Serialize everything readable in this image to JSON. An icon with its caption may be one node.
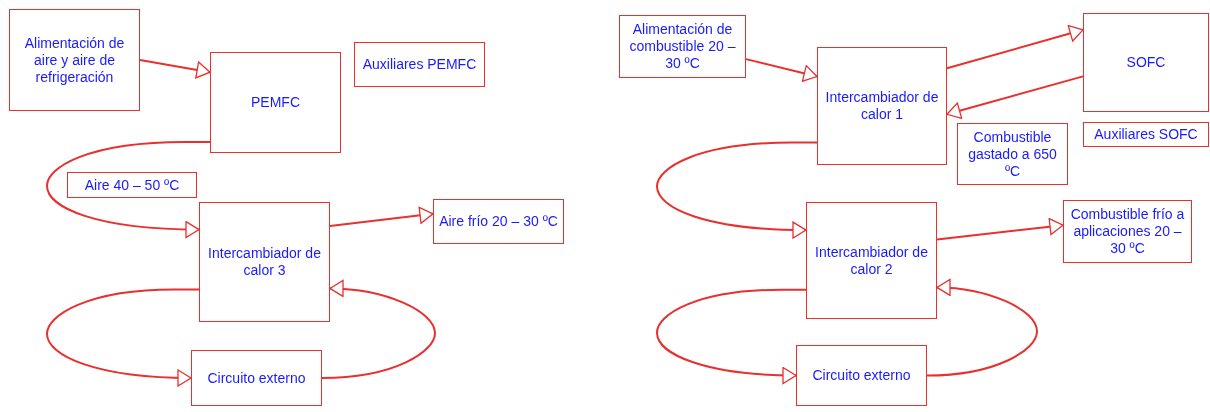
{
  "diagram": {
    "nodes": [
      {
        "text": [
          "Alimentación de aire y aire de refrigeración"
        ]
      },
      {
        "text": [
          "PEMFC"
        ]
      },
      {
        "text": [
          "Auxiliares PEMFC"
        ]
      },
      {
        "text": [
          "Aire 40 – 50 ºC"
        ]
      },
      {
        "text": [
          "Intercambiador de calor 3"
        ]
      },
      {
        "text": [
          "Aire frío 20 – 30 ºC"
        ]
      },
      {
        "text": [
          "Circuito externo"
        ]
      },
      {
        "text": [
          "Alimentación de combustible 20 – 30 ºC"
        ]
      },
      {
        "text": [
          "Intercambiador de calor 1"
        ]
      },
      {
        "text": [
          "SOFC"
        ]
      },
      {
        "text": [
          "Combustible gastado a 650 ºC"
        ]
      },
      {
        "text": [
          "Auxiliares SOFC"
        ]
      },
      {
        "text": [
          "Intercambiador de calor 2"
        ]
      },
      {
        "text": [
          "Combustible frío a aplicaciones 20 – 30 ºC"
        ]
      },
      {
        "text": [
          "Circuito externo"
        ]
      }
    ],
    "edges": [
      {
        "from": 0,
        "to": 1,
        "arrow": "to"
      },
      {
        "from": 1,
        "to": 4,
        "arrow": "to"
      },
      {
        "from": 4,
        "to": 5,
        "arrow": "to"
      },
      {
        "from": 4,
        "to": 6,
        "arrow": "to"
      },
      {
        "from": 6,
        "to": 4,
        "arrow": "to"
      },
      {
        "from": 7,
        "to": 8,
        "arrow": "to"
      },
      {
        "from": 8,
        "to": 9,
        "arrow": "to"
      },
      {
        "from": 9,
        "to": 8,
        "arrow": "to"
      },
      {
        "from": 8,
        "to": 12,
        "arrow": "to"
      },
      {
        "from": 12,
        "to": 13,
        "arrow": "to"
      },
      {
        "from": 12,
        "to": 14,
        "arrow": "to"
      },
      {
        "from": 14,
        "to": 12,
        "arrow": "to"
      }
    ]
  }
}
